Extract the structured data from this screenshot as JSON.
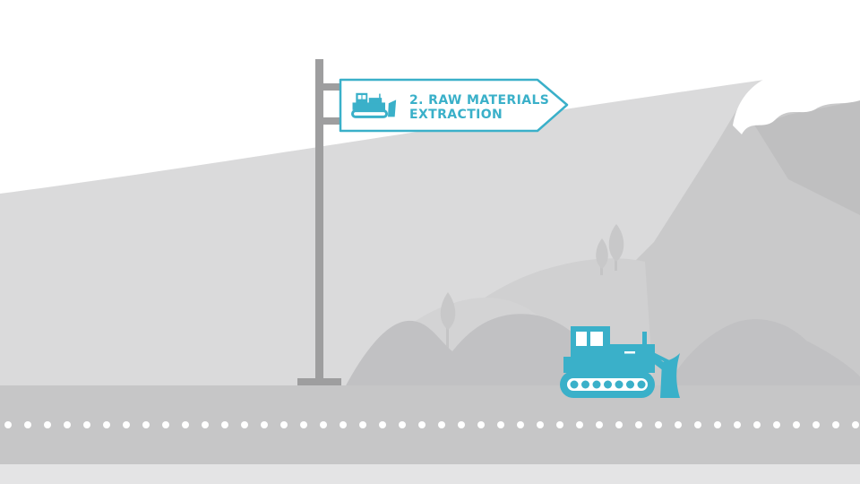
{
  "sign": {
    "line1": "2. RAW MATERIALS",
    "line2": "EXTRACTION",
    "icon": "bulldozer-icon"
  },
  "colors": {
    "accent": "#3ab0c9",
    "sky": "#ffffff",
    "far_hill": "#dadadb",
    "mountain": "#c9c9ca",
    "mound": "#c1c1c3",
    "road": "#c6c6c7",
    "road_dots": "#ffffff",
    "pole": "#9e9e9f",
    "snow": "#ffffff",
    "bottom_strip": "#e4e4e5"
  },
  "scene": {
    "vehicle": "bulldozer",
    "road_marking": "dotted-line"
  }
}
